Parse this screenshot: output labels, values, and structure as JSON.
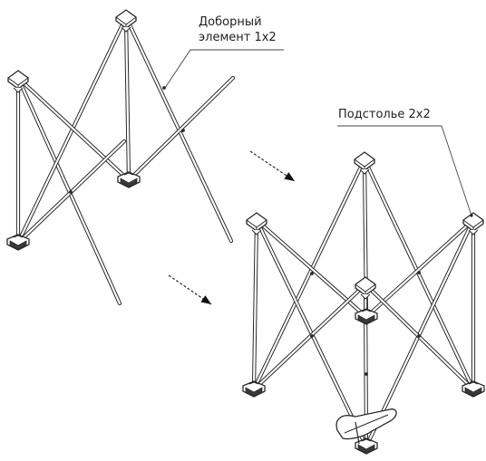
{
  "labels": {
    "extra_element_line1": "Доборный",
    "extra_element_line2": "элемент 1х2",
    "table_base": "Подстолье 2х2"
  },
  "colors": {
    "stroke": "#2a2a2a",
    "tube_fill": "#ffffff",
    "background": "#ffffff"
  },
  "icons": {
    "step_arrows": "arrow-right-down-icon"
  }
}
